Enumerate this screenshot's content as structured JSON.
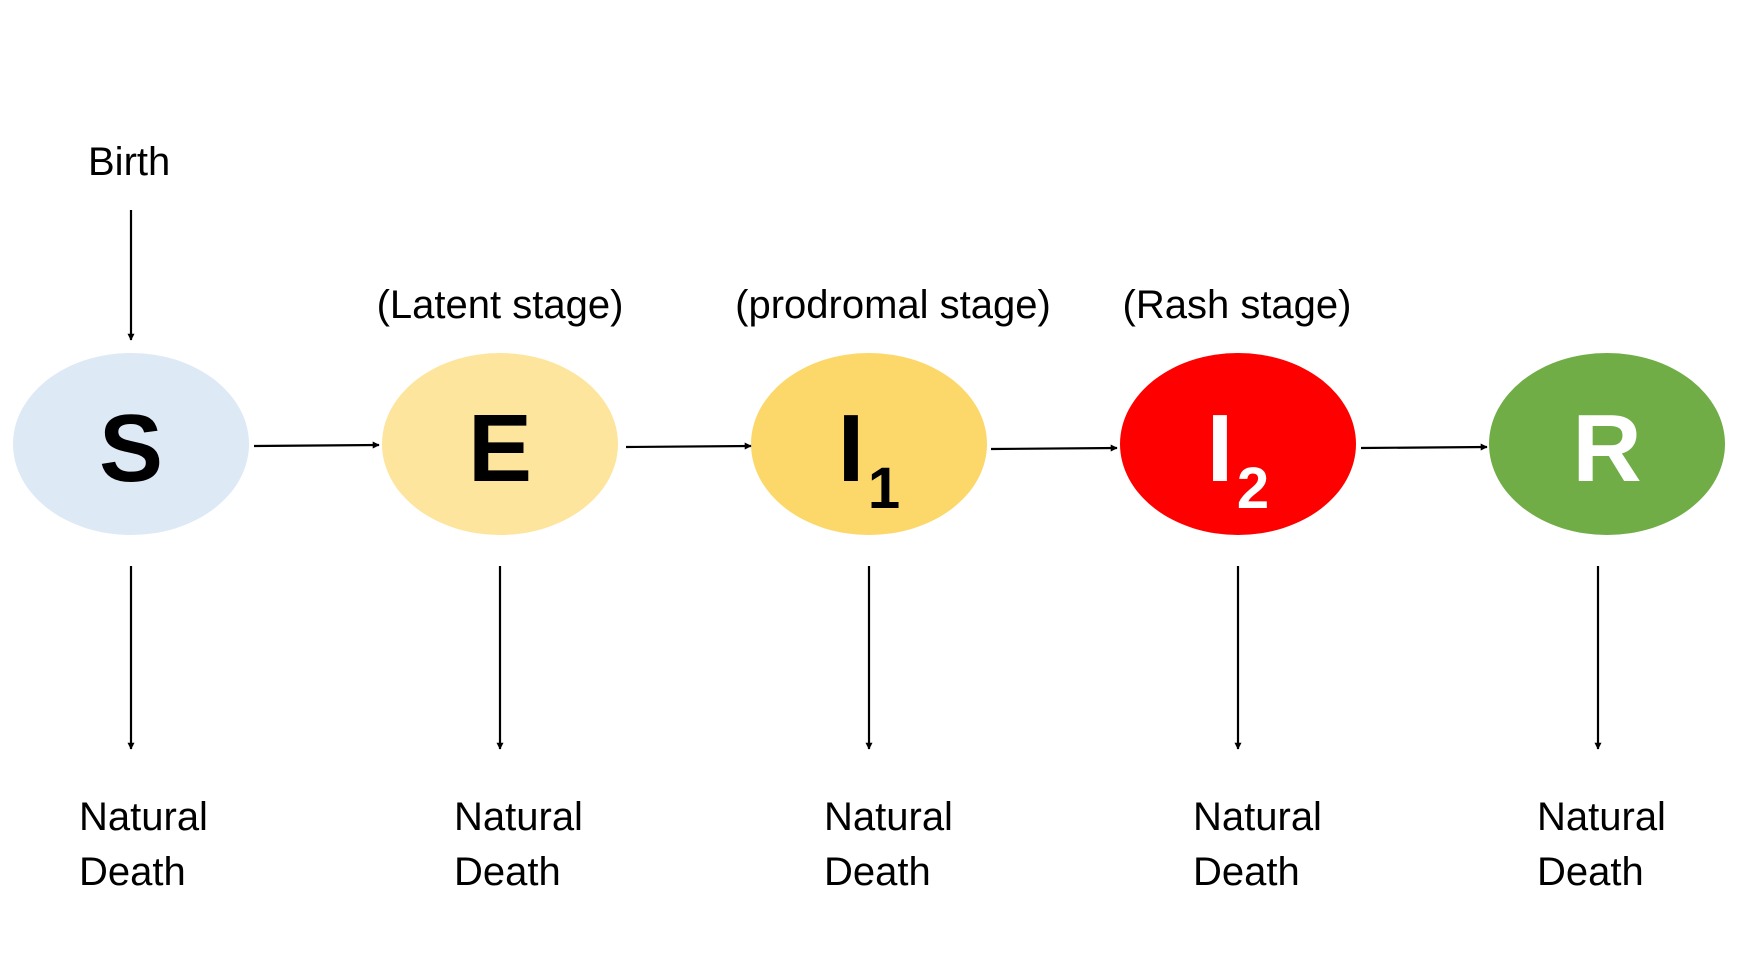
{
  "birth_label": "Birth",
  "compartments": [
    {
      "id": "S",
      "letter": "S",
      "subscript": "",
      "stage": "",
      "fill": "#dee9f6",
      "text_color": "#000000"
    },
    {
      "id": "E",
      "letter": "E",
      "subscript": "",
      "stage": "(Latent stage)",
      "fill": "#fde59d",
      "text_color": "#000000"
    },
    {
      "id": "I1",
      "letter": "I",
      "subscript": "1",
      "stage": "(prodromal stage)",
      "fill": "#fcd76a",
      "text_color": "#000000"
    },
    {
      "id": "I2",
      "letter": "I",
      "subscript": "2",
      "stage": "(Rash stage)",
      "fill": "#fe0000",
      "text_color": "#ffffff"
    },
    {
      "id": "R",
      "letter": "R",
      "subscript": "",
      "stage": "",
      "fill": "#70ad47",
      "text_color": "#ffffff"
    }
  ],
  "death_label": {
    "line1": "Natural",
    "line2": "Death"
  }
}
